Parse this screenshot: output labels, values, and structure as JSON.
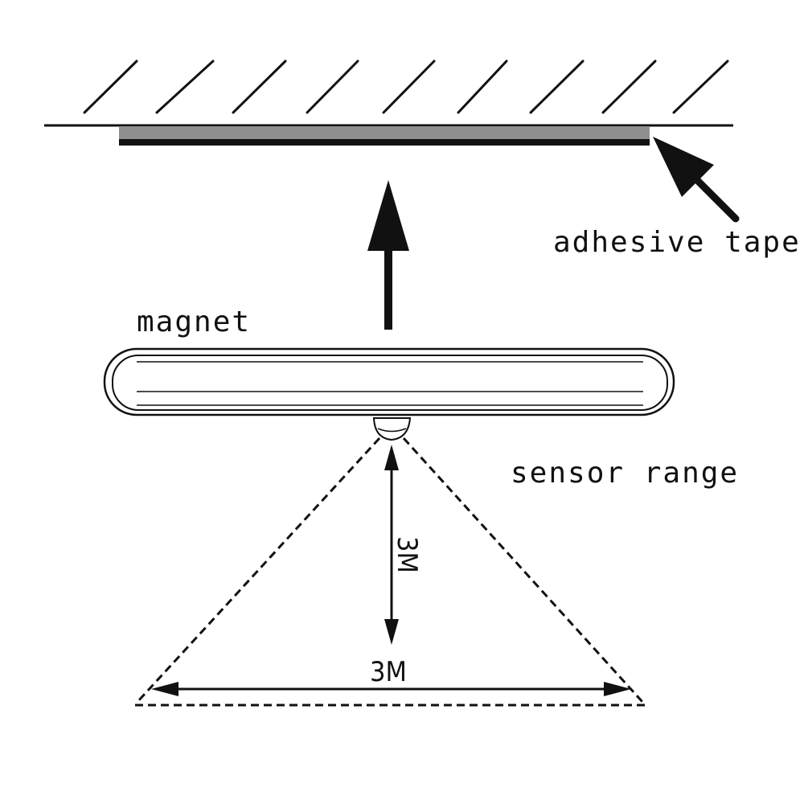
{
  "labels": {
    "adhesive_tape": "adhesive tape",
    "magnet": "magnet",
    "sensor_range": "sensor range",
    "vertical_range": "3M",
    "horizontal_range": "3M"
  },
  "colors": {
    "line": "#111111",
    "tape": "#8f8f8f",
    "background": "#ffffff"
  }
}
